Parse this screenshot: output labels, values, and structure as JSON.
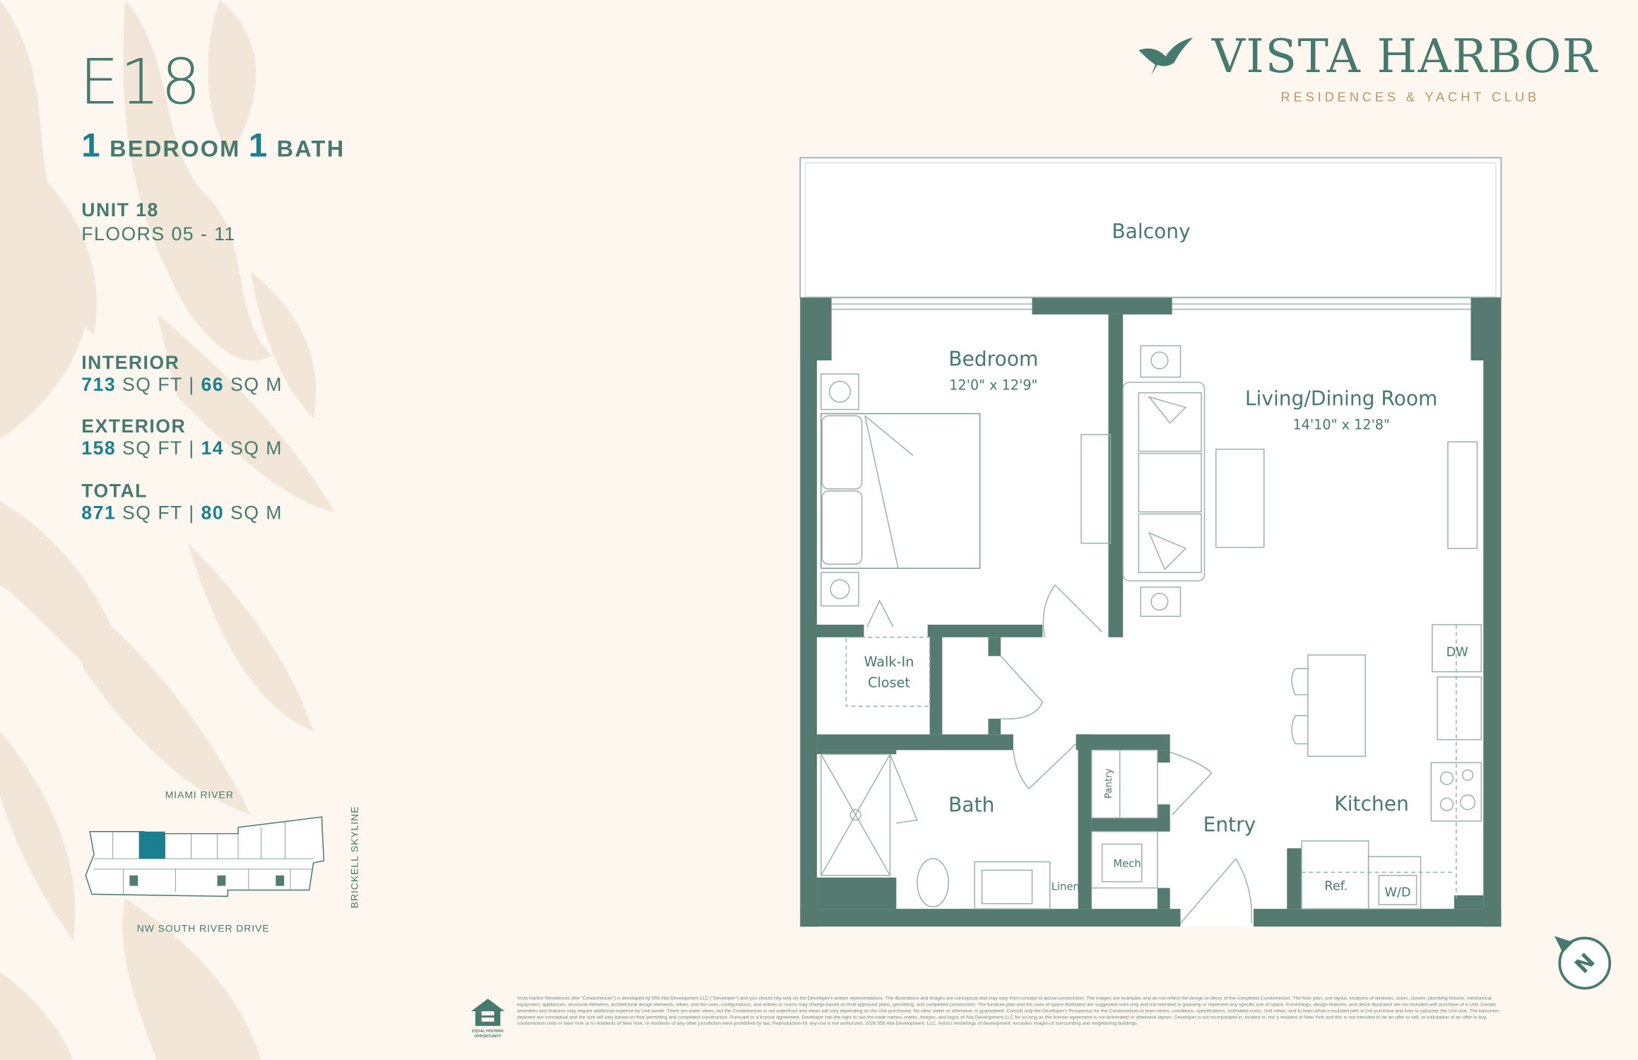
{
  "unit": {
    "code": "E18",
    "bedrooms": "1",
    "bedroom_label": "BEDROOM",
    "baths": "1",
    "bath_label": "BATH",
    "unit_label": "UNIT 18",
    "floors": "FLOORS 05 - 11"
  },
  "areas": [
    {
      "label": "INTERIOR",
      "sqft": "713",
      "sqft_unit": "SQ FT",
      "sep": "|",
      "sqm": "66",
      "sqm_unit": "SQ M"
    },
    {
      "label": "EXTERIOR",
      "sqft": "158",
      "sqft_unit": "SQ FT",
      "sep": "|",
      "sqm": "14",
      "sqm_unit": "SQ M"
    },
    {
      "label": "TOTAL",
      "sqft": "871",
      "sqft_unit": "SQ FT",
      "sep": "|",
      "sqm": "80",
      "sqm_unit": "SQ M"
    }
  ],
  "logo": {
    "name": "VISTA HARBOR",
    "tagline": "RESIDENCES & YACHT CLUB"
  },
  "site": {
    "north": "MIAMI RIVER",
    "east": "BRICKELL SKYLINE",
    "south": "NW SOUTH RIVER DRIVE"
  },
  "rooms": {
    "balcony": "Balcony",
    "bedroom": "Bedroom",
    "bedroom_dim": "12'0\" x 12'9\"",
    "living": "Living/Dining Room",
    "living_dim": "14'10\" x 12'8\"",
    "closet1": "Walk-In",
    "closet2": "Closet",
    "bath": "Bath",
    "pantry": "Pantry",
    "mech": "Mech",
    "linen": "Linen",
    "entry": "Entry",
    "kitchen": "Kitchen",
    "dw": "DW",
    "ref": "Ref.",
    "wd": "W/D"
  },
  "compass": "N",
  "eho": "EQUAL HOUSING OPPORTUNITY",
  "colors": {
    "primary": "#467a6c",
    "accent": "#1a7f8f",
    "wall": "#557a70",
    "gold": "#b89a6a",
    "background": "#fdf7f0"
  },
  "disclaimer": "Vista Harbor Residences (the \"Condominium\") is developed by 555 Alta Development LLC (\"Developer\") and you should rely only on the Developer's written representations. The illustrations and images are conceptual and may vary from concept to actual construction. The images are examples and do not reflect the design or décor of the completed Condominium. The floor plan, unit layout, locations of windows, doors, closets, plumbing fixtures, mechanical equipment, appliances, structural elements, architectural design elements, views, and the uses, configurations, and entries to rooms may change based on final approved plans, permitting, and completed construction. The furniture plan and the uses of space illustrated are suggested uses only and not intended to guaranty or represent any specific use of space. Furnishings, design features, and décor illustrated are not included with purchase of a Unit. Certain amenities and features may require additional expense by Unit owner. There are water views, but the Condominium is not waterfront and views will vary depending on the Unit purchased. No view, water or otherwise, is guaranteed. Consult only the Developer's Prospectus for the Condominium to learn terms, conditions, specifications, estimated costs, Unit views, and to learn what is included with a Unit purchase and how to calculate the Unit size. The balconies depicted are conceptual and the size will vary based on final permitting and completed construction. Pursuant to a license agreement, Developer has the right to use the trade names, marks, images, and logos of Alta Development LLC for so long as the license agreement is not terminated or otherwise lapses. Developer is not incorporated in, located in, nor a resident of New York and this is not intended to be an offer to sell, or solicitation of an offer to buy, condominium units in New York or to residents of New York, or residents of any other jurisdiction were prohibited by law. Reproduction for any use is not authorized. 2026 555 Alta Development, LLC. Artist's renderings of development; excludes images of surrounding and neighboring buildings."
}
